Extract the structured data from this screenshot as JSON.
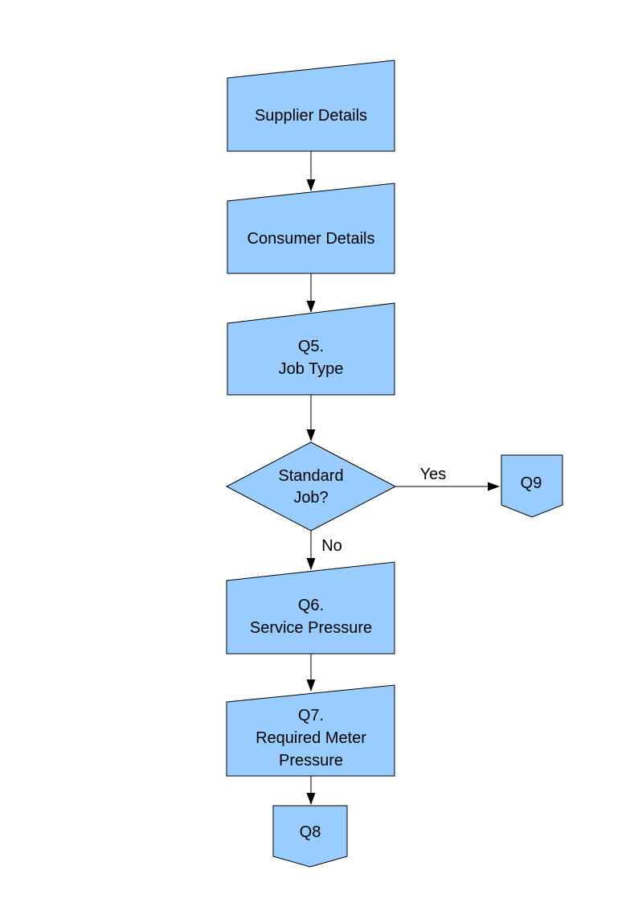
{
  "page": {
    "background_color": "#FFFFFF"
  },
  "diagram": {
    "type": "flowchart",
    "node_fill": "#99CCFF",
    "node_stroke": "#000000",
    "text_color": "#000000",
    "nodes": {
      "supplier_details": {
        "shape": "manual-input-box",
        "lines": [
          "Supplier Details"
        ]
      },
      "consumer_details": {
        "shape": "manual-input-box",
        "lines": [
          "Consumer Details"
        ]
      },
      "q5_job_type": {
        "shape": "manual-input-box",
        "lines": [
          "Q5.",
          "Job Type"
        ]
      },
      "standard_job_decision": {
        "shape": "decision-diamond",
        "lines": [
          "Standard",
          "Job?"
        ]
      },
      "q9_connector": {
        "shape": "off-page-connector",
        "lines": [
          "Q9"
        ]
      },
      "q6_service_pressure": {
        "shape": "manual-input-box",
        "lines": [
          "Q6.",
          "Service Pressure"
        ]
      },
      "q7_required_meter_pressure": {
        "shape": "manual-input-box",
        "lines": [
          "Q7.",
          "Required Meter",
          "Pressure"
        ]
      },
      "q8_connector": {
        "shape": "off-page-connector",
        "lines": [
          "Q8"
        ]
      }
    },
    "edge_labels": {
      "yes": "Yes",
      "no": "No"
    }
  }
}
